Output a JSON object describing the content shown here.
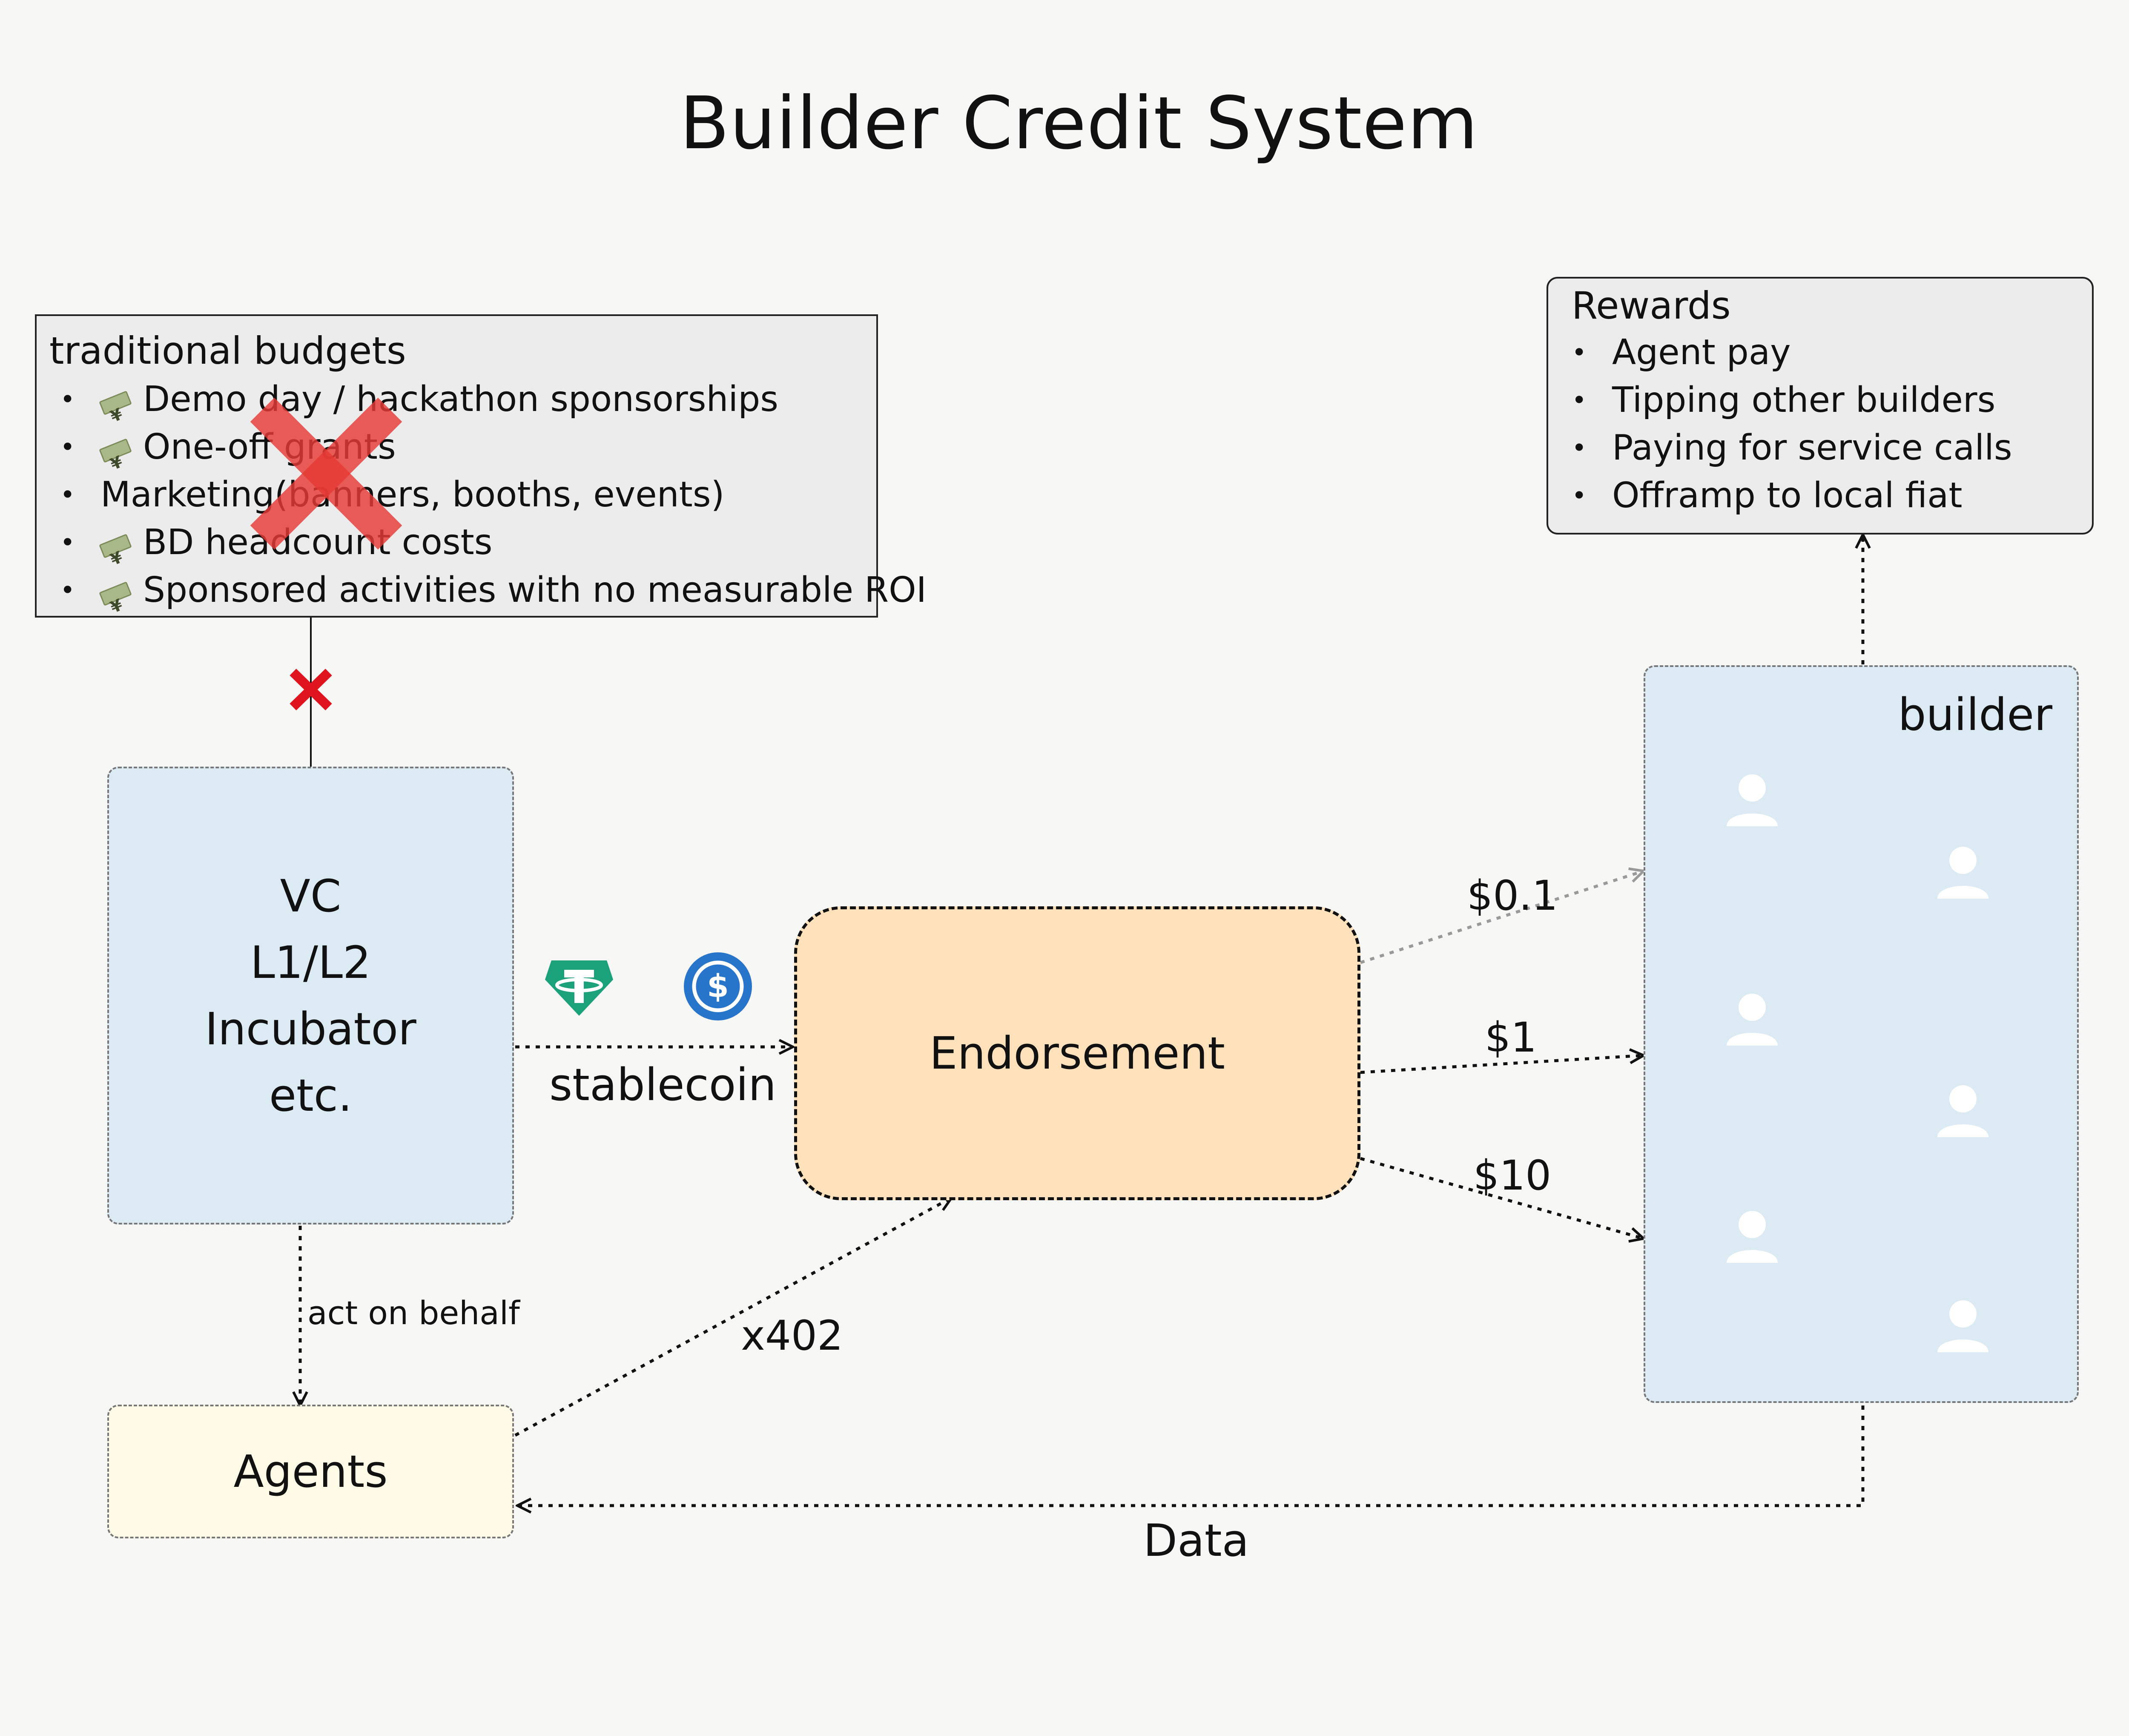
{
  "title": "Builder Credit System",
  "traditional_budgets": {
    "heading": "traditional budgets",
    "items": [
      {
        "text": "Demo day / hackathon sponsorships",
        "icon": "money-icon"
      },
      {
        "text": "One-off grants",
        "icon": "money-icon"
      },
      {
        "text": "Marketing(banners, booths, events)",
        "icon": ""
      },
      {
        "text": "BD headcount costs",
        "icon": "money-icon"
      },
      {
        "text": "Sponsored activities with no measurable ROI",
        "icon": "money-icon"
      }
    ]
  },
  "funders": {
    "lines": [
      "VC",
      "L1/L2",
      "Incubator",
      "etc."
    ]
  },
  "endorsement": {
    "label": "Endorsement"
  },
  "agents": {
    "label": "Agents"
  },
  "builder": {
    "label": "builder"
  },
  "rewards": {
    "heading": "Rewards",
    "items": [
      "Agent pay",
      "Tipping other builders",
      "Paying for service calls",
      "Offramp to local fiat"
    ]
  },
  "edges": {
    "stablecoin": "stablecoin",
    "act_on_behalf": "act on behalf",
    "x402": "x402",
    "data": "Data",
    "tier_low": "$0.1",
    "tier_mid": "$1",
    "tier_high": "$10"
  },
  "colors": {
    "background": "#f7f7f5",
    "node_blue": "#dceaf4",
    "node_orange": "#ffe1bb",
    "node_yellow": "#fffbe6",
    "box_gray": "#ececec",
    "cross_red": "#e53935",
    "tether": "#1ba27a",
    "usdc": "#2775ca"
  },
  "icons": {
    "tether": "tether-icon",
    "usdc": "usdc-icon",
    "builder_person": "person-icon",
    "blocked": "red-x-icon"
  }
}
